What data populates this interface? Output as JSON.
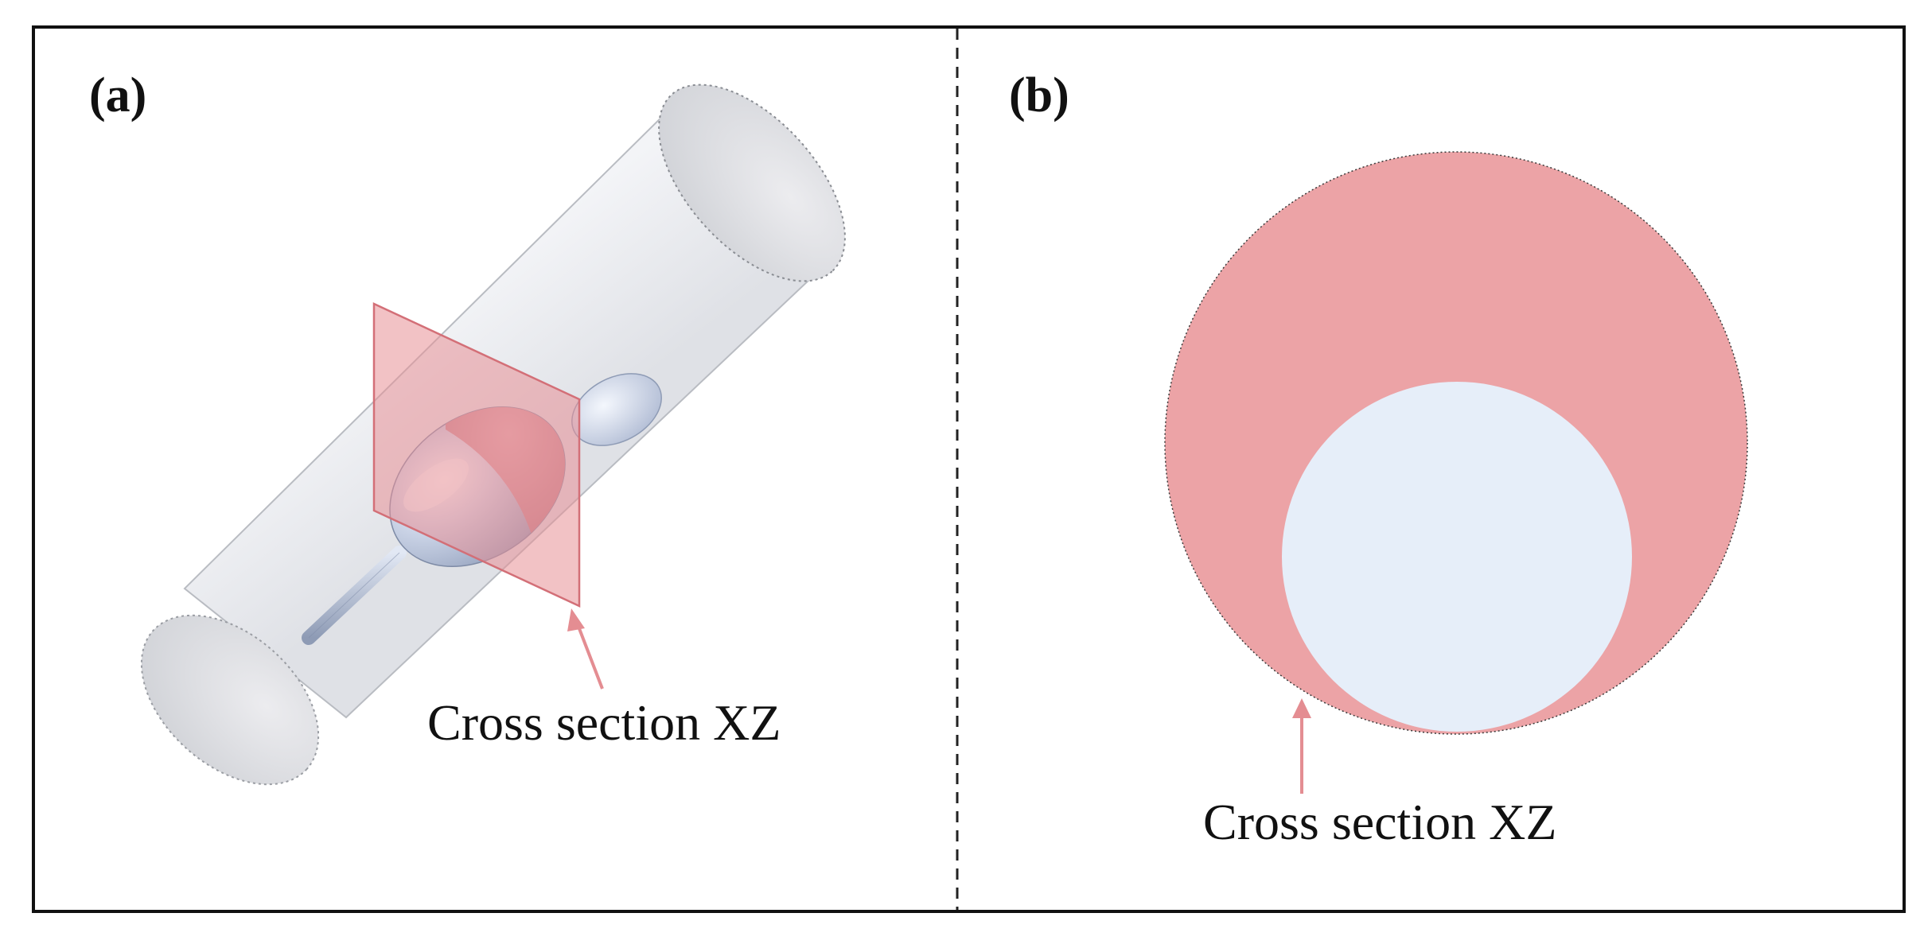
{
  "panels": [
    {
      "label": "(a)",
      "annotation": "Cross section XZ"
    },
    {
      "label": "(b)",
      "annotation": "Cross section XZ"
    }
  ],
  "colors": {
    "frame": "#111111",
    "section_plane": "#e89095",
    "section_fill": "#eca3a6",
    "bubble": "#c9d2e6",
    "bubble_inner": "#e6eef9",
    "tube": "#e7e8ec",
    "arrow": "#e48d92"
  }
}
